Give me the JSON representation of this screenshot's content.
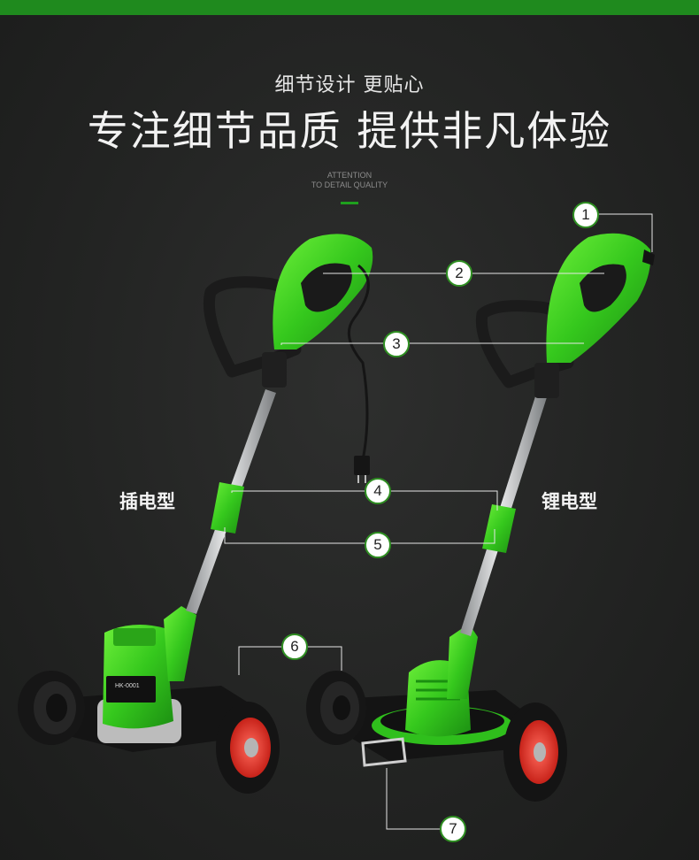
{
  "header": {
    "subtitle": "细节设计  更贴心",
    "title": "专注细节品质  提供非凡体验",
    "english_line1": "ATTENTION",
    "english_line2": "TO DETAIL QUALITY"
  },
  "labels": {
    "left_model": "插电型",
    "right_model": "锂电型",
    "motor_text": "HK-0001"
  },
  "callouts": [
    "1",
    "2",
    "3",
    "4",
    "5",
    "6",
    "7"
  ],
  "colors": {
    "accent_green": "#2fc21c",
    "bar_green": "#1f8a1e",
    "background": "#252625",
    "wheel_red": "#e2362c"
  }
}
